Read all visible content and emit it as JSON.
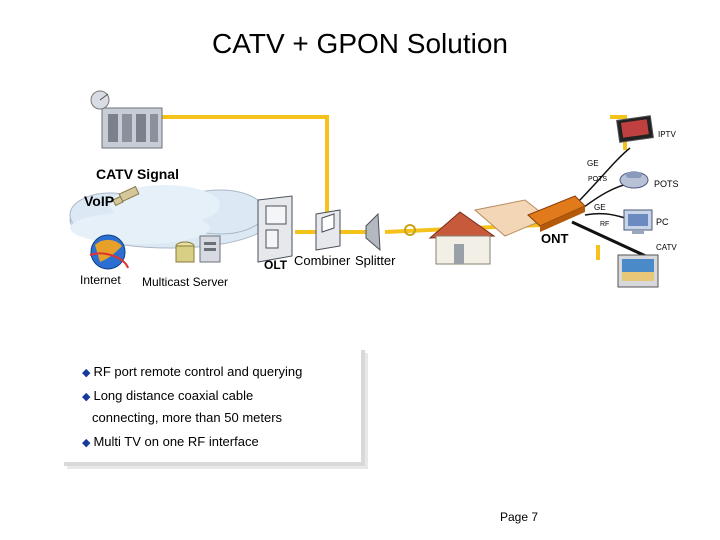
{
  "title": "CATV + GPON Solution",
  "labels": {
    "catv_signal": "CATV Signal",
    "voip": "VoIP",
    "internet": "Internet",
    "multicast_server": "Multicast Server",
    "olt": "OLT",
    "combiner": "Combiner",
    "splitter": "Splitter",
    "ont": "ONT",
    "iptv": "IPTV",
    "ge_top": "GE",
    "pots_small": "POTS",
    "pots": "POTS",
    "ge_mid": "GE",
    "rf": "RF",
    "pc": "PC",
    "catv": "CATV"
  },
  "bullets": [
    {
      "mark": "◆",
      "text": "RF port remote control and querying"
    },
    {
      "mark": "◆",
      "text": "Long distance coaxial cable"
    },
    {
      "mark": "",
      "text": "connecting, more than 50 meters"
    },
    {
      "mark": "◆",
      "text": "Multi TV on one RF interface"
    }
  ],
  "page": "Page 7",
  "colors": {
    "fiber": "#f5c21b",
    "cable": "#111111",
    "cloud": "#dce9f5",
    "ont_orange": "#e07a1a",
    "bullet_mark": "#1a3a9a"
  }
}
